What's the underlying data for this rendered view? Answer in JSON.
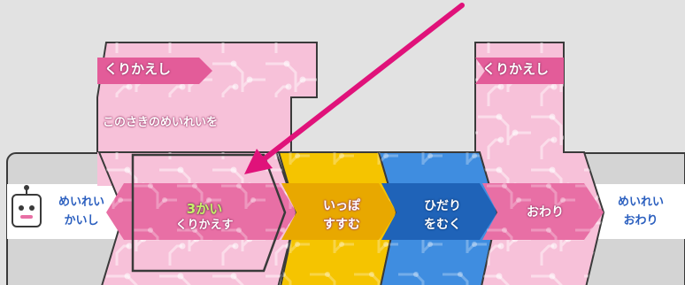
{
  "palette": {
    "background": "#e2e2e2",
    "band_gray": "#d4d4d4",
    "pink_panel": "#f7c1d9",
    "pink_band": "#e86fa5",
    "yellow_block": "#f5c400",
    "blue_block": "#3f8de0",
    "outline": "#3a3a3a",
    "arrow": "#e0127a",
    "ribbon": "#e35c99",
    "label_green": "#c8f06a"
  },
  "loop_block": {
    "ribbon_label": "くりかえし",
    "subtitle": "このさきのめいれいを",
    "count_line": "3かい",
    "action_line": "くりかえす"
  },
  "end_loop_block": {
    "ribbon_label": "くりかえし",
    "label": "おわり"
  },
  "start_block": {
    "line1": "めいれい",
    "line2": "かいし",
    "robot_icon": "robot-icon"
  },
  "forward_block": {
    "line1": "いっぽ",
    "line2": "すすむ"
  },
  "left_block": {
    "line1": "ひだり",
    "line2": "をむく"
  },
  "end_block": {
    "line1": "めいれい",
    "line2": "おわり"
  },
  "pointer": {
    "icon": "arrow-pointer-icon"
  }
}
